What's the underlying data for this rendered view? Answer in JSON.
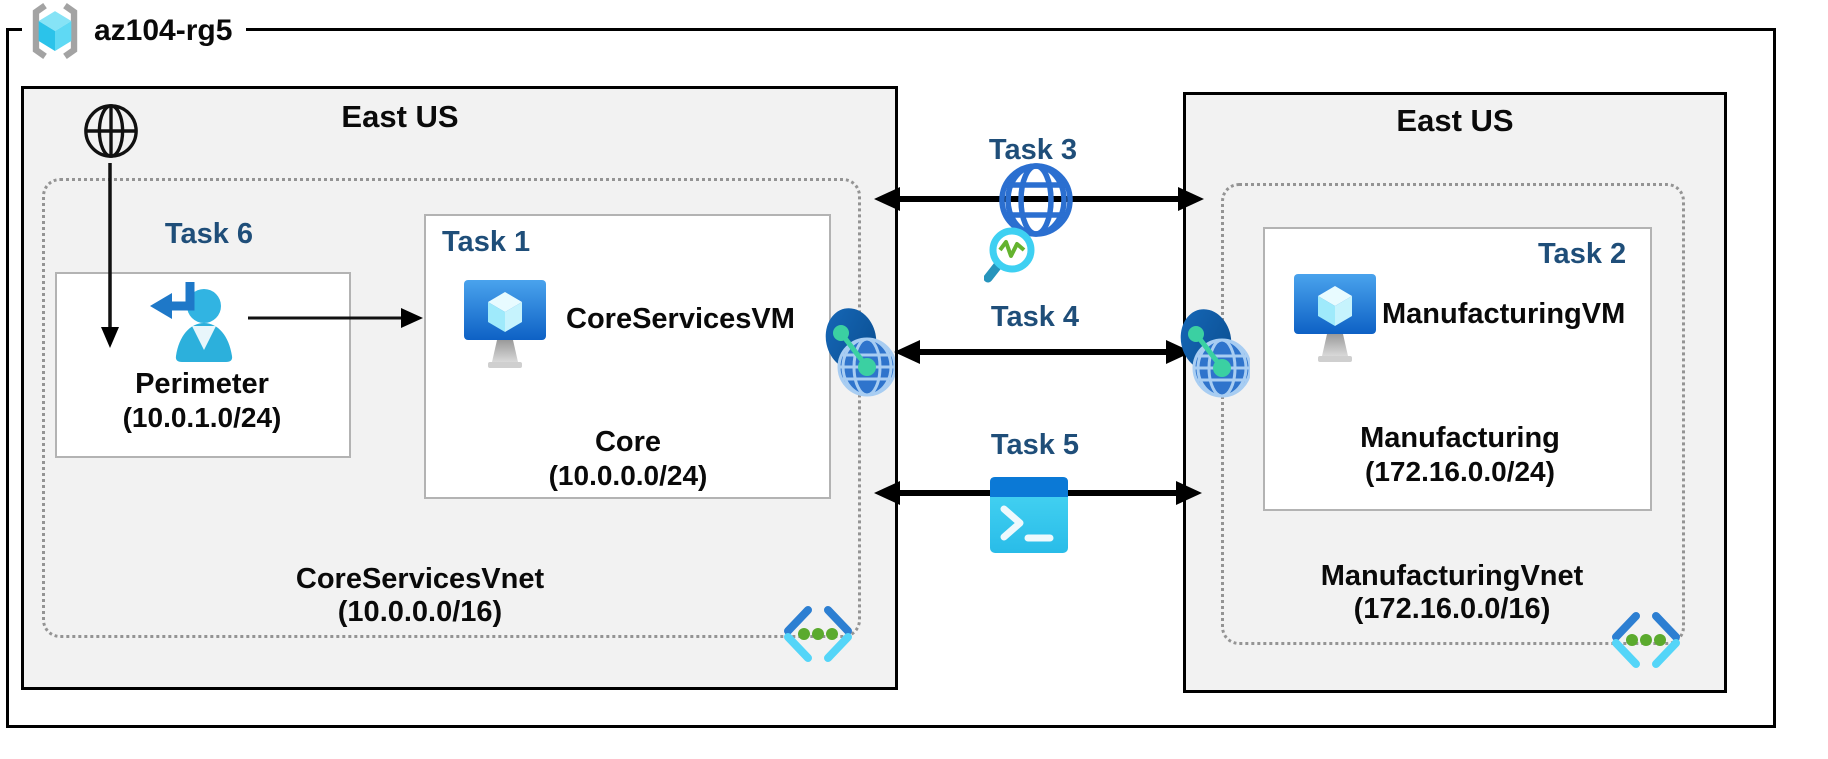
{
  "resource_group": {
    "name": "az104-rg5",
    "icon": "resource-group-icon"
  },
  "left_region": {
    "location": "East US",
    "internet_icon": "internet-globe-icon",
    "vnet": {
      "name": "CoreServicesVnet",
      "cidr": "(10.0.0.0/16)",
      "icon": "virtual-network-icon"
    },
    "perimeter_subnet": {
      "task": "Task 6",
      "name": "Perimeter",
      "cidr": "(10.0.1.0/24)",
      "icon": "sign-in-user-icon"
    },
    "core_subnet": {
      "task": "Task 1",
      "vm_name": "CoreServicesVM",
      "name": "Core",
      "cidr": "(10.0.0.0/24)",
      "icon": "virtual-machine-icon"
    }
  },
  "right_region": {
    "location": "East US",
    "vnet": {
      "name": "ManufacturingVnet",
      "cidr": "(172.16.0.0/16)",
      "icon": "virtual-network-icon"
    },
    "manufacturing_subnet": {
      "task": "Task 2",
      "vm_name": "ManufacturingVM",
      "name": "Manufacturing",
      "cidr": "(172.16.0.0/24)",
      "icon": "virtual-machine-icon"
    }
  },
  "connections": {
    "task3": {
      "label": "Task 3",
      "icon": "network-watcher-icon"
    },
    "task4": {
      "label": "Task 4",
      "icon": "vnet-peering-icon"
    },
    "task5": {
      "label": "Task 5",
      "icon": "cloud-shell-terminal-icon"
    }
  },
  "colors": {
    "task_label": "#1f4e79",
    "region_background": "#f2f2f2",
    "box_border": "#b3b3b3",
    "dashed_border": "#949494",
    "arrow_black": "#000000",
    "azure_blue": "#0b79d6",
    "cyan": "#50d8f4",
    "teal_green": "#3bd0a2",
    "green_dot": "#5baa2e"
  }
}
